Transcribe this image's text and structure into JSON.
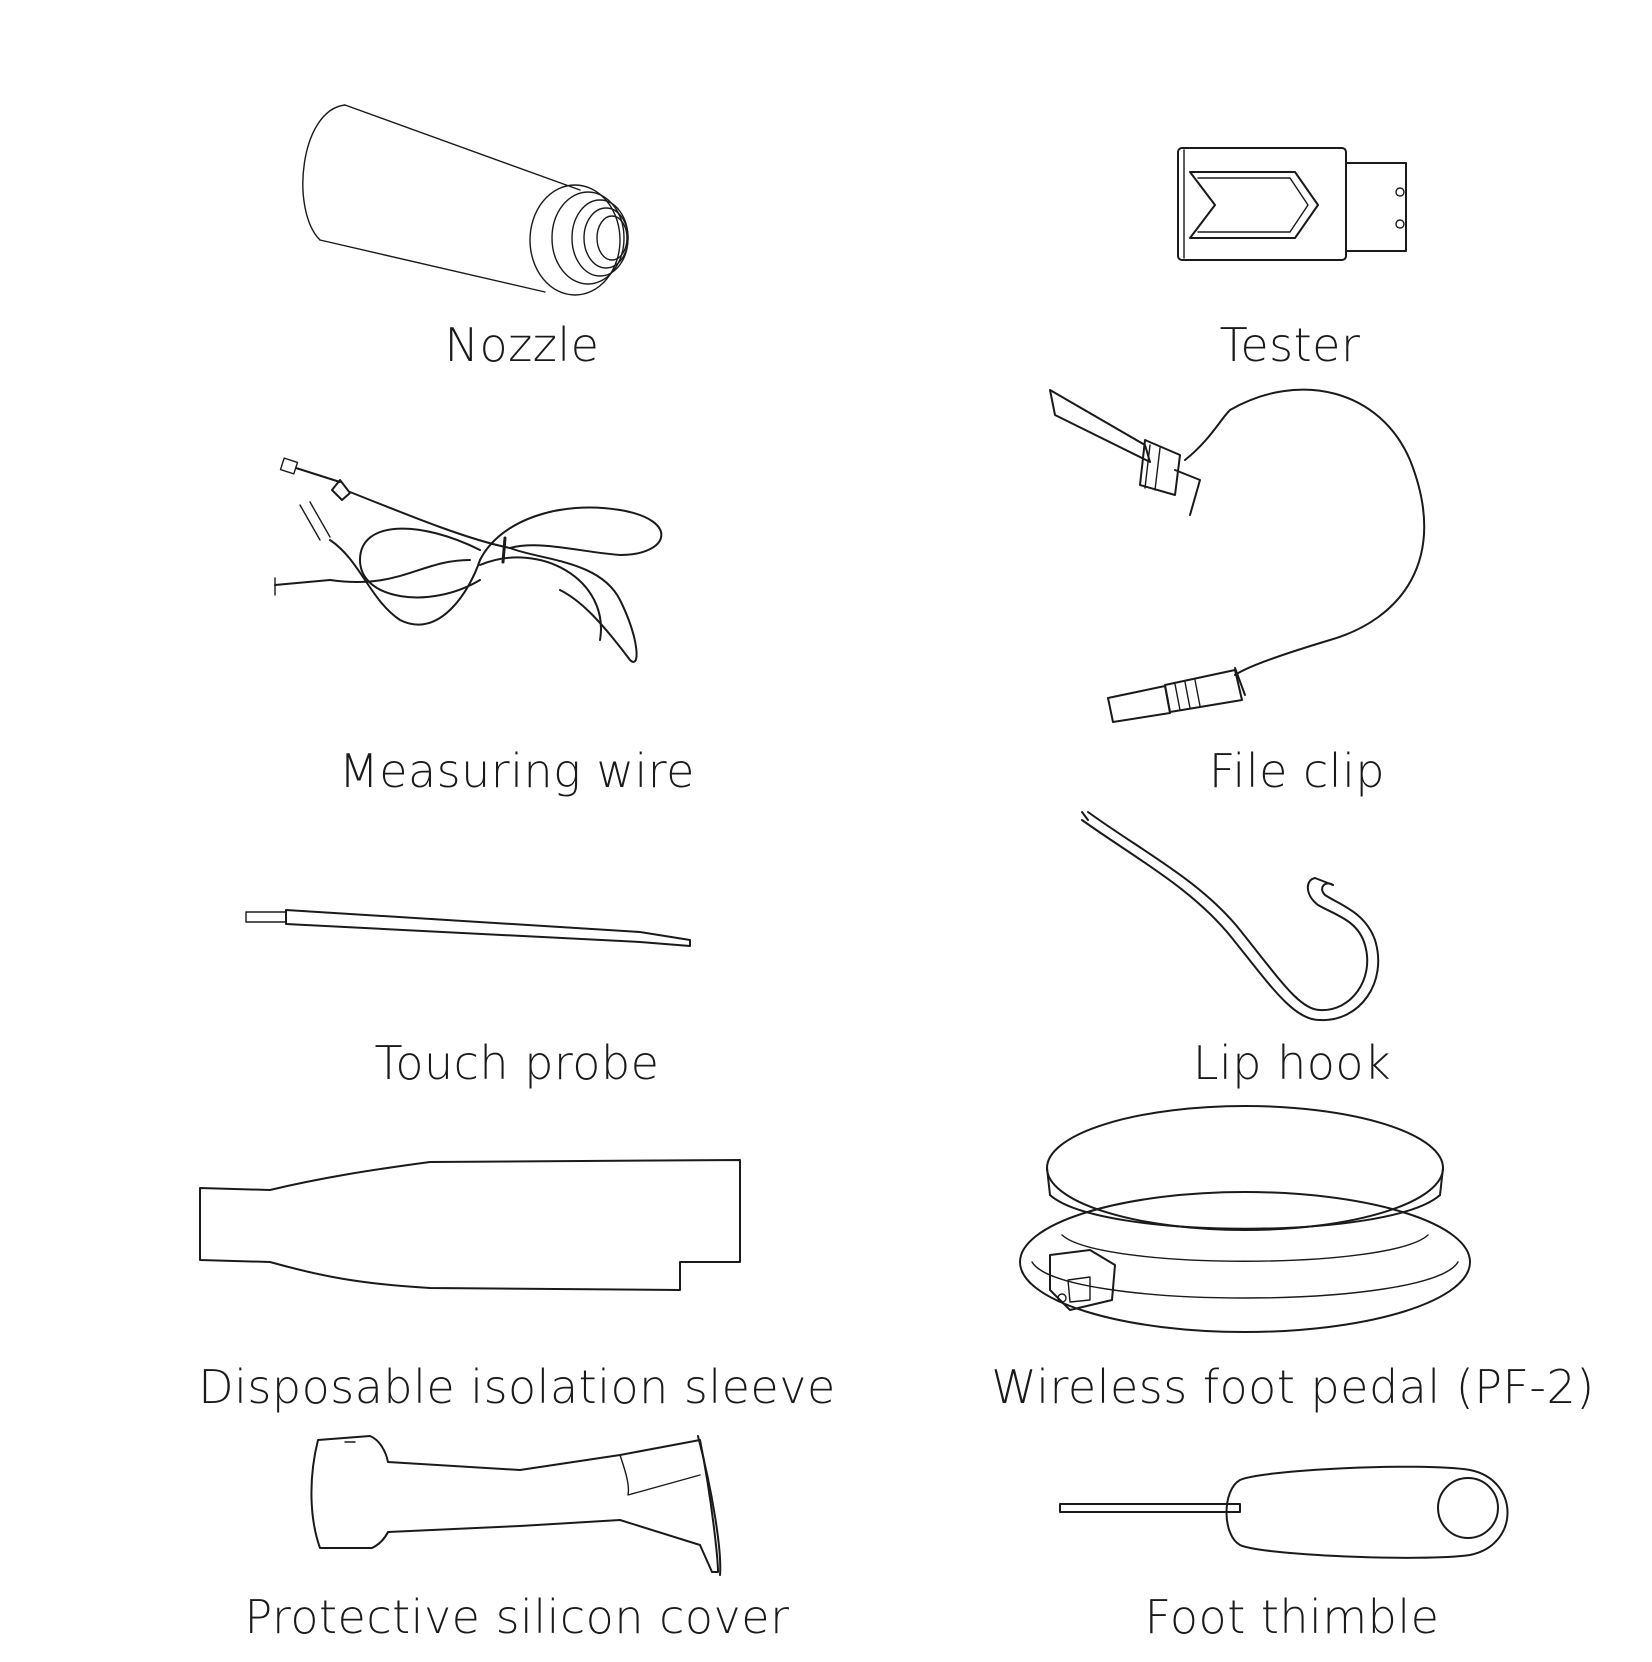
{
  "items": [
    {
      "id": "nozzle",
      "label": "Nozzle"
    },
    {
      "id": "tester",
      "label": "Tester"
    },
    {
      "id": "measuring-wire",
      "label": "Measuring wire"
    },
    {
      "id": "file-clip",
      "label": "File clip"
    },
    {
      "id": "touch-probe",
      "label": "Touch probe"
    },
    {
      "id": "lip-hook",
      "label": "Lip hook"
    },
    {
      "id": "sleeve",
      "label": "Disposable isolation sleeve"
    },
    {
      "id": "foot-pedal",
      "label": "Wireless foot  pedal (PF-2)"
    },
    {
      "id": "silicon-cover",
      "label": "Protective silicon cover"
    },
    {
      "id": "foot-thimble",
      "label": "Foot thimble"
    }
  ]
}
